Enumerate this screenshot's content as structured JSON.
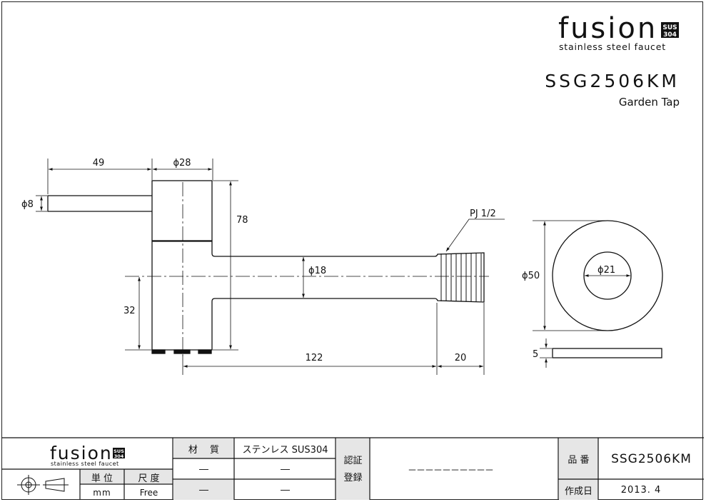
{
  "header": {
    "brand": "fusion",
    "brand_badge_top": "SUS",
    "brand_badge_bottom": "304",
    "tagline": "stainless steel faucet",
    "model": "SSG2506KM",
    "product_name": "Garden Tap"
  },
  "dimensions": {
    "lever_length": "49",
    "body_diameter": "ϕ28",
    "lever_diameter": "ϕ8",
    "body_height": "78",
    "spout_diameter": "ϕ18",
    "thread_spec": "PJ 1/2",
    "spout_height": "32",
    "spout_length": "122",
    "thread_length": "20",
    "flange_diameter": "ϕ50",
    "flange_hole_diameter": "ϕ21",
    "flange_thickness": "5"
  },
  "title_block": {
    "logo_text": "fusion",
    "logo_badge_top": "SUS",
    "logo_badge_bottom": "304",
    "logo_tagline": "stainless steel faucet",
    "unit_label": "単 位",
    "unit_value": "mm",
    "scale_label": "尺 度",
    "scale_value": "Free",
    "material_label": "材　 質",
    "material_value": "ステンレス SUS304",
    "material_dash_1": "―",
    "material_dash_2": "―",
    "material_dash_3": "―",
    "material_dash_4": "―",
    "cert_label_1": "認証",
    "cert_label_2": "登録",
    "cert_value": "－－－－－－－－－－",
    "part_no_label": "品 番",
    "part_no_value": "SSG2506KM",
    "date_label": "作成日",
    "date_value": "2013. 4"
  }
}
